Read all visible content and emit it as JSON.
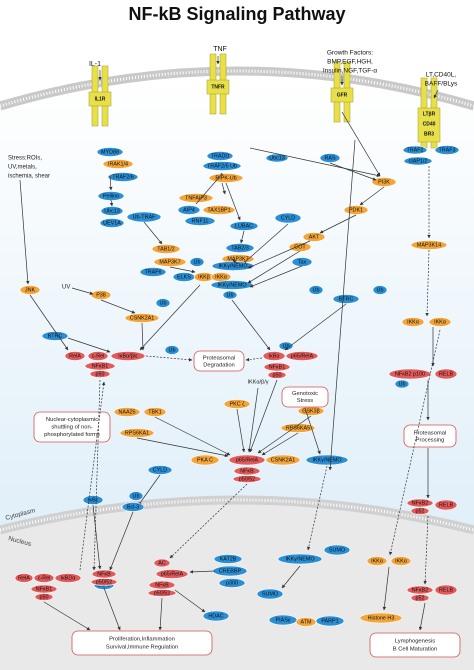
{
  "title": "NF-kB Signaling Pathway",
  "ligands": {
    "il1": "IL-1",
    "tnf": "TNF",
    "gf1": "Growth Factors:",
    "gf2": "BMP,EGF,HGH,",
    "gf3": "Insulin,NGF,TGF-α",
    "lt1": "LT,CD40L,",
    "lt2": "BAFF/BLys"
  },
  "receptors": {
    "il1r": "IL1R",
    "tnfr": "TNFR",
    "gfr": "GFR",
    "ltbr1": "LTβR",
    "ltbr2": "CD40",
    "ltbr3": "BR3"
  },
  "stress": [
    "Stress:ROIs,",
    "UV,metals,",
    "ischemia, shear"
  ],
  "uv": "UV",
  "genotoxic": [
    "Genotoxic",
    "Stress"
  ],
  "shuttle_note": [
    "Nuclear-cytoplasmic",
    "shuttling of non-",
    "phosphorylated forms"
  ],
  "compartments": {
    "cytoplasm": "Cytoplasm",
    "nucleus": "Nucleus"
  },
  "nodes": {
    "myd88": "MYD88",
    "irak": "IRAK1/4",
    "traf6a": "TRAF2/6",
    "pellino": "Pellino",
    "ubc13": "Ubc13",
    "uev1a": "UEV1A",
    "ubtraf": "Ub-TRAF",
    "tradd": "TRADD",
    "traf25": "TRAF2/5 Ub",
    "ripk": "RIPK-Ub",
    "ubc13b": "Ubc13",
    "tnfaip3": "TNFAIP3",
    "aip4": "AIP4",
    "tax1bp1": "TAX1BP1",
    "rnf11": "RNF11",
    "lubac": "LUBAC",
    "cyld1": "CYLD",
    "tab2": "TAB2/3",
    "map3k7b": "MAP3K7",
    "tab12": "TAB1/2",
    "map3k7": "MAP3K7",
    "traf6b": "TRAF6",
    "ub1": "Ub",
    "elks": "ELKS",
    "ikkb": "IKKβ",
    "ikka": "IKKα",
    "ikkg": "IKKγ/NEMO",
    "ikkg2": "IKKγ/NEMO",
    "ub2": "Ub",
    "ras": "RAS",
    "pi3k": "PI3K",
    "pdk1": "PDK1",
    "akt": "AKT",
    "cot": "COT",
    "tax": "Tax",
    "traf2r": "TRAF2",
    "ciap": "cIAP1/2",
    "traf3": "TRAF3",
    "map3k14": "MAP3K14",
    "jnk": "JNK",
    "p38": "P38",
    "csnk": "CSNK2A1",
    "btrc1": "BTRC",
    "btrc2": "BTRC",
    "ub3": "Ub",
    "ub4": "Ub",
    "ub5": "Ub",
    "rela1": "RelA",
    "crel1": "c-Rel",
    "ikba1": "IκBα/β/ε",
    "nfkb1": "NFκB1",
    "p50a": "p50",
    "ub6": "Ub",
    "proteasomal": "Proteasomal Degradation",
    "ikba2": "IκBα",
    "p65rela": "p65/RelA",
    "nfkb2": "NFκB1",
    "p50b": "p50",
    "ikkabg": "IKKα/β/γ",
    "ikka2": "IKKα",
    "ikka3": "IKKα",
    "nfkb2p100": "NFκB2 p100",
    "relb1": "RELB",
    "ub7": "Ub",
    "naa25": "NAA25",
    "tbk1": "TBK1",
    "pkcz": "PKC ζ",
    "gsk3b": "GSK3β",
    "rps6ka1": "RPS6KA1",
    "rps6ka5": "RPS6KA5",
    "pkac": "PKA C",
    "p65rela2": "p65/RelA",
    "csnk2": "CSNK2A1",
    "ikkgn": "IKKγ/NEMO",
    "nfkb3": "NFκB",
    "p5052": "p50/52",
    "proc": "Proteasomal Processing",
    "cyld2": "CYLD",
    "ikbe": "IκBε",
    "ub8": "Ub",
    "bcl3": "Bcl-3",
    "nfkb2b": "NFκB2",
    "p52a": "p52",
    "relb2": "RELB",
    "relan": "RelA",
    "creln": "c-Rel",
    "ikbzn": "IκBζ/α",
    "nfkb1n": "NFκB1",
    "p50n": "p50",
    "bcl3n": "Bcl-3",
    "nfkbn": "NFκB",
    "p5052n": "p50/52",
    "ac": "AC",
    "p65n": "p65/RelA",
    "nfkbn2": "NFκB",
    "p5052n2": "p50/52",
    "kat2b": "KAT2B",
    "crebbp": "CREBBP",
    "p300": "p300",
    "hdac": "HDAC",
    "ikkgn2": "IKKγ/NEMO",
    "sumo1": "SUMO",
    "sumo2": "SUMO",
    "pias": "PIASγ",
    "atm": "ATM",
    "parp1": "PARP1",
    "ikka4": "IKKα",
    "ikka5": "IKKα",
    "histone": "Histone H3",
    "nfkb2c": "NFκB2",
    "p52b": "p52",
    "relb3": "RELB"
  },
  "outputs": {
    "prolif1": "Proliferation,Inflammation",
    "prolif2": "Survival,Immune Regulation",
    "lymph1": "Lymphogenesis",
    "lymph2": "B Cell Maturation"
  },
  "colors": {
    "blue": "#2b8fd6",
    "orange": "#f3a53a",
    "red": "#e25a5a",
    "receptor": "#e8e04a",
    "membrane": "#c9c9c9",
    "nucleus": "#e9e9e9",
    "cytoplasm": "#d7eaf7"
  }
}
